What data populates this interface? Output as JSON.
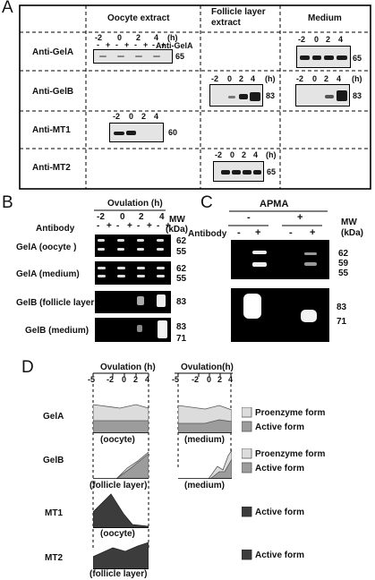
{
  "panel_a": {
    "letter": "A",
    "columns": [
      "Oocyte extract",
      "Follicle layer extract",
      "Medium"
    ],
    "rows": [
      "Anti-GelA",
      "Anti-GelB",
      "Anti-MT1",
      "Anti-MT2"
    ],
    "timepoints": [
      "-2",
      "0",
      "2",
      "4"
    ],
    "hours": "(h)",
    "signs": [
      "-",
      "+",
      "-",
      "+",
      "-",
      "+",
      "-",
      "+"
    ],
    "antibody_note": "Anti-GelA",
    "mw": {
      "gela_oocyte": "65",
      "gela_medium": "65",
      "gelb_follicle": "83",
      "gelb_medium": "83",
      "mt1": "60",
      "mt2": "65"
    }
  },
  "panel_b": {
    "letter": "B",
    "header": "Ovulation (h)",
    "antibody_label": "Antibody",
    "timepoints": [
      "-2",
      "0",
      "2",
      "4"
    ],
    "signs": [
      "-",
      "+",
      "-",
      "+",
      "-",
      "+",
      "-",
      "+"
    ],
    "mw_label": "MW",
    "kda": "(kDa)",
    "rows": [
      {
        "label": "GelA (oocyte )",
        "mw": [
          "62",
          "55"
        ]
      },
      {
        "label": "GelA (medium)",
        "mw": [
          "62",
          "55"
        ]
      },
      {
        "label": "GelB (follicle layer )",
        "mw": [
          "83"
        ]
      },
      {
        "label": "GelB (medium)",
        "mw": [
          "83",
          "71"
        ]
      }
    ]
  },
  "panel_c": {
    "letter": "C",
    "header": "APMA",
    "apma_signs": [
      "-",
      "+"
    ],
    "antibody_label": "Antibody",
    "signs": [
      "-",
      "+",
      "-",
      "+"
    ],
    "mw_label": "MW",
    "kda": "(kDa)",
    "top_mw": [
      "62",
      "59",
      "55"
    ],
    "bottom_mw": [
      "83",
      "71"
    ]
  },
  "panel_d": {
    "letter": "D",
    "header_left": "Ovulation (h)",
    "header_right": "Ovulation(h)",
    "ticks": [
      "-5",
      "-2",
      "0",
      "2",
      "4"
    ],
    "rows": [
      "GelA",
      "GelB",
      "MT1",
      "MT2"
    ],
    "sources_left": [
      "(oocyte)",
      "(follicle layer)",
      "(oocyte)",
      "(follicle layer)"
    ],
    "sources_right": [
      "(medium)",
      "(medium)"
    ],
    "legend": {
      "gela": [
        "Proenzyme form",
        "Active form"
      ],
      "gelb": [
        "Proenzyme form",
        "Active form"
      ],
      "mt1": [
        "Active form"
      ],
      "mt2": [
        "Active form"
      ]
    },
    "colors": {
      "proenzyme": "#dcdcdc",
      "active_gel": "#9c9c9c",
      "active_mt": "#3c3c3c"
    }
  }
}
